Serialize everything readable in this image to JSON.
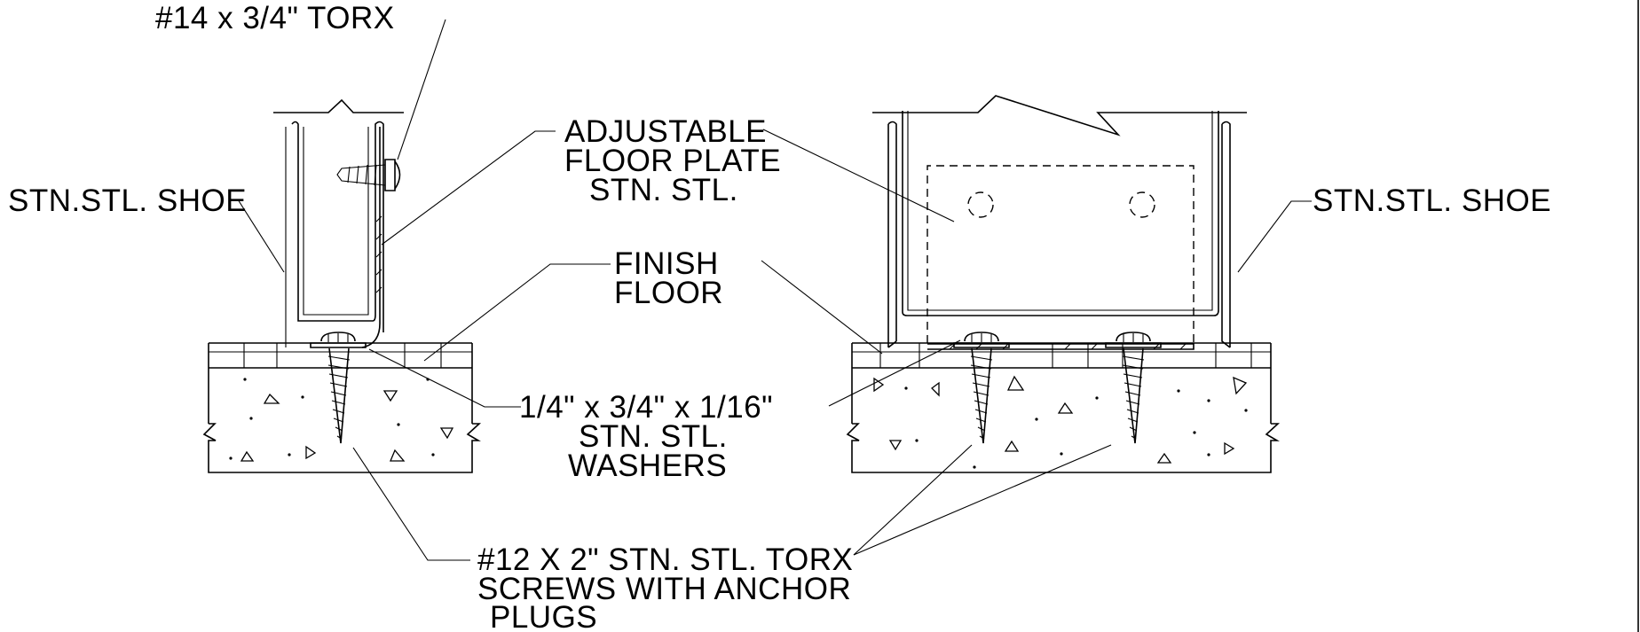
{
  "labels": {
    "torx_top": "#14 x 3/4\" TORX",
    "shoe_left": "STN.STL. SHOE",
    "shoe_right": "STN.STL. SHOE",
    "floor_plate": [
      "ADJUSTABLE",
      "FLOOR PLATE",
      "STN. STL."
    ],
    "finish_floor": [
      "FINISH",
      "FLOOR"
    ],
    "washers": [
      "1/4\" x 3/4\" x 1/16\"",
      "STN. STL.",
      "WASHERS"
    ],
    "screws": [
      "#12 X 2\" STN. STL. TORX",
      "SCREWS WITH ANCHOR",
      "PLUGS"
    ]
  }
}
